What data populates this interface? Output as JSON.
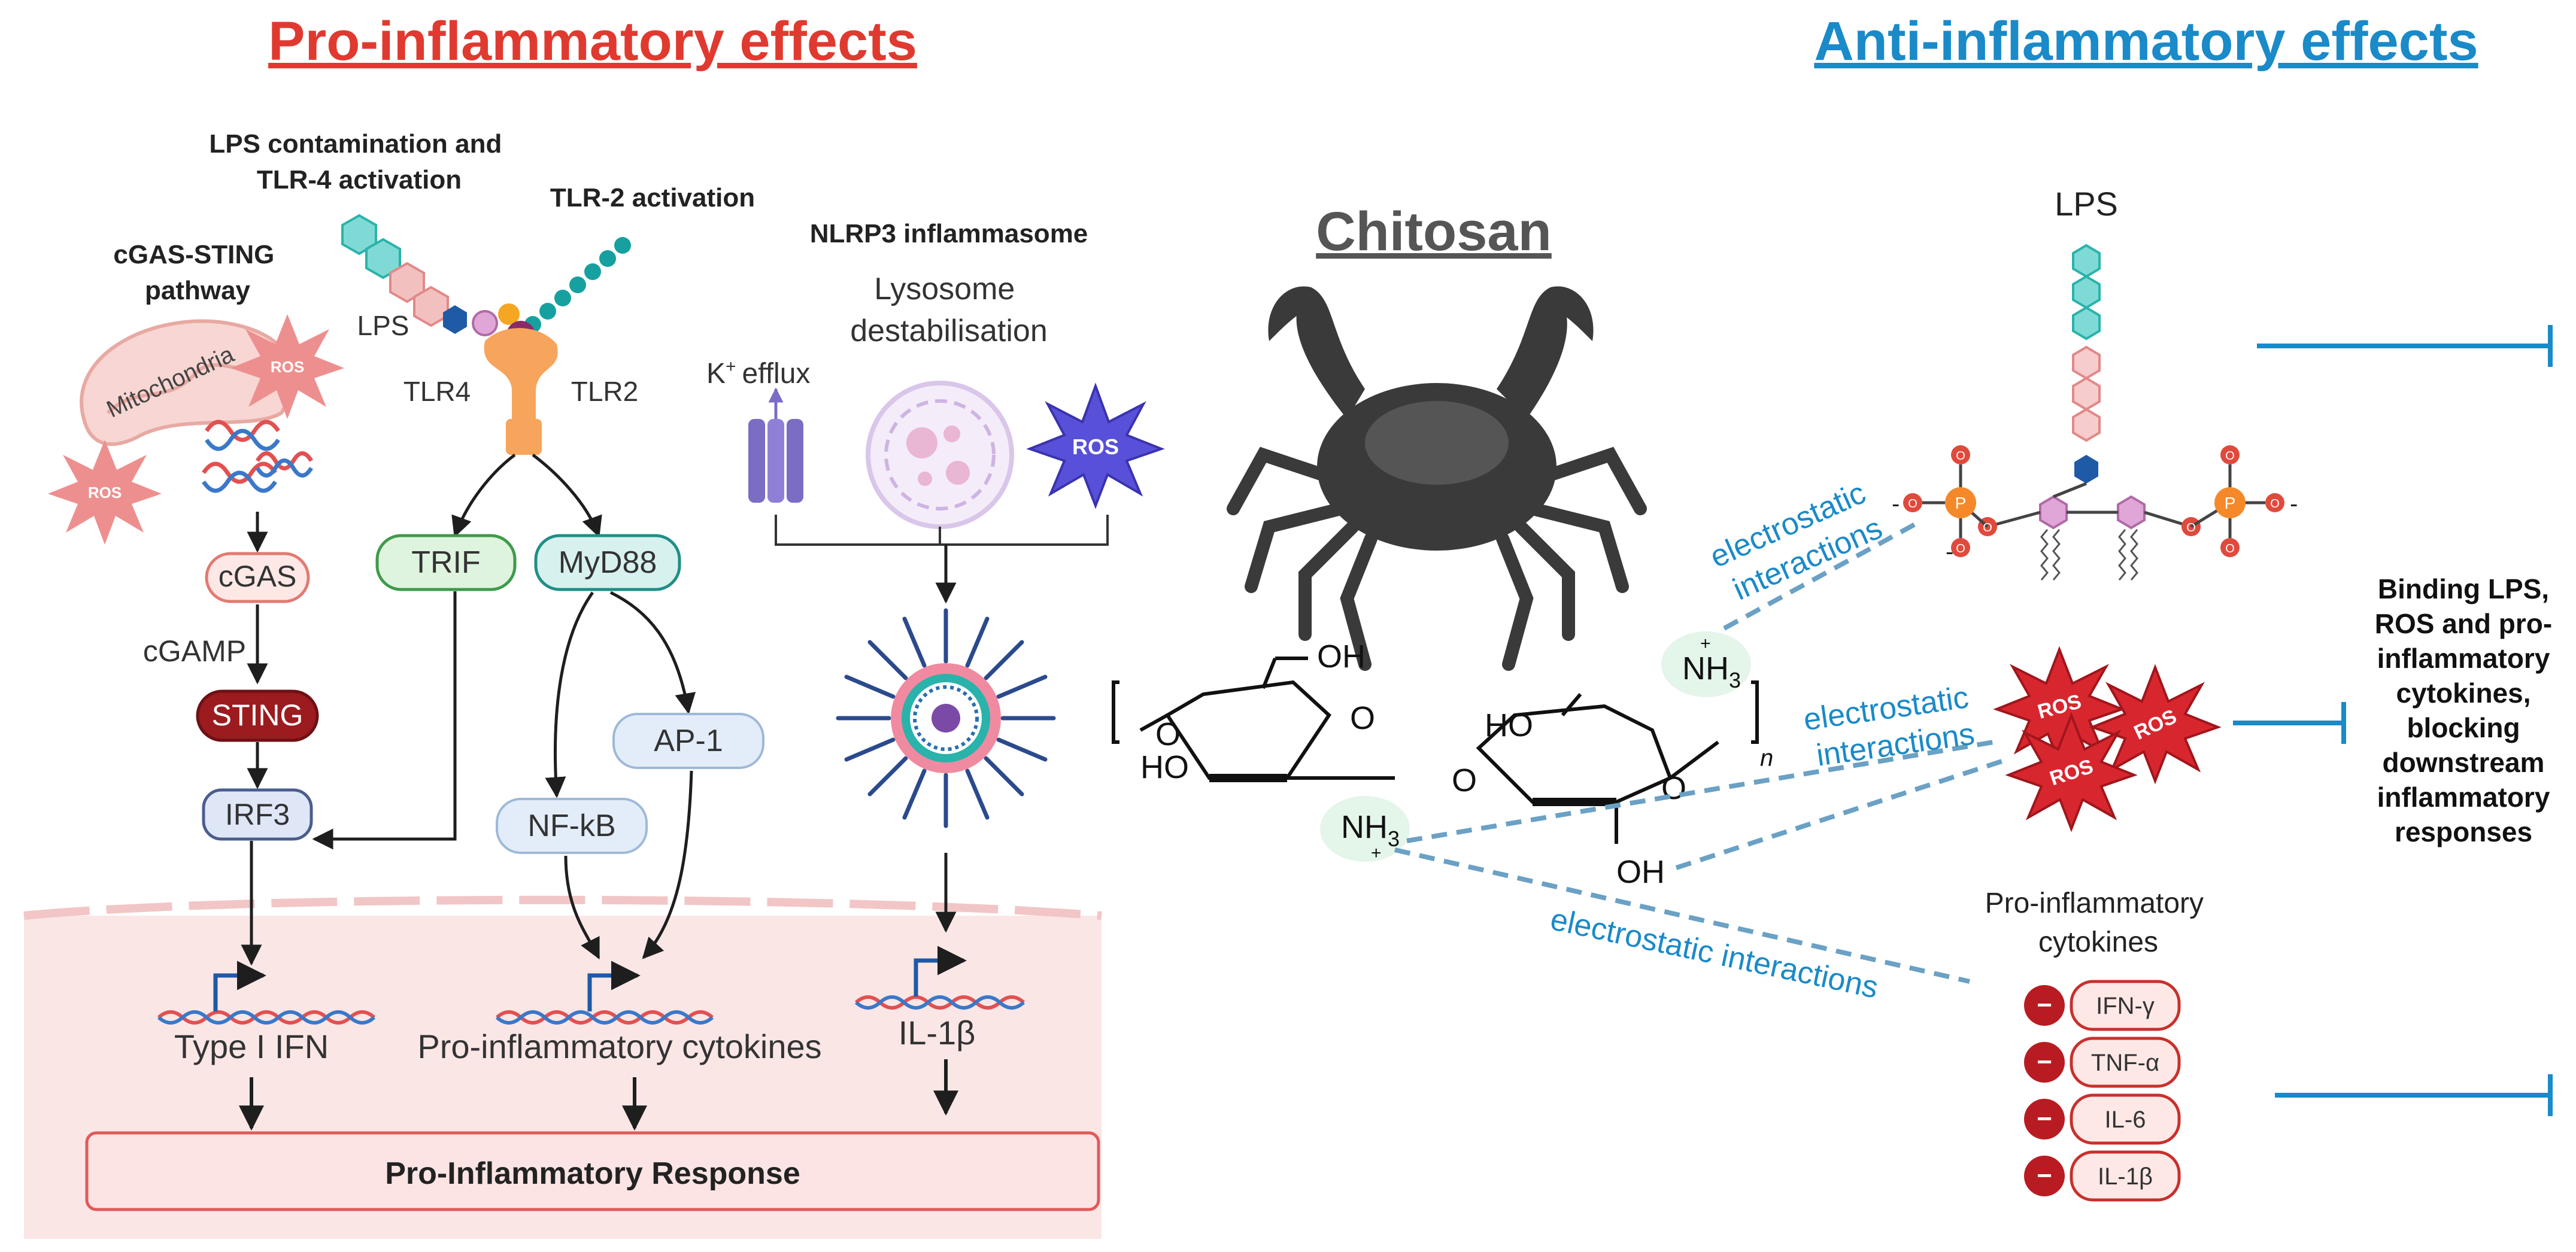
{
  "colors": {
    "pro": "#e03a30",
    "anti": "#1a8ac8",
    "cell": "#fbe6e6",
    "arrow": "#1e1e1e",
    "dash": "#6aa1c4"
  },
  "titles": {
    "pro": "Pro-inflammatory effects",
    "anti": "Anti-inflammatory effects",
    "chitosan": "Chitosan"
  },
  "pro": {
    "lps_tlr4_line1": "LPS contamination and",
    "lps_tlr4_line2": "TLR-4 activation",
    "tlr2": "TLR-2 activation",
    "cgas_sting_line1": "cGAS-STING",
    "cgas_sting_line2": "pathway",
    "mitochondria": "Mitochondria",
    "ros": "ROS",
    "lps": "LPS",
    "tlr4": "TLR4",
    "tlr2_label": "TLR2",
    "nlrp3": "NLRP3 inflammasome",
    "lysosome_line1": "Lysosome",
    "lysosome_line2": "destabilisation",
    "k_efflux": "efflux",
    "k_ion": "K",
    "k_charge": "+",
    "cgas": "cGAS",
    "cgamp": "cGAMP",
    "sting": "STING",
    "irf3": "IRF3",
    "trif": "TRIF",
    "myd88": "MyD88",
    "ap1": "AP-1",
    "nfkb": "NF-kB",
    "type1_ifn": "Type I IFN",
    "cytokines": "Pro-inflammatory cytokines",
    "il1b": "IL-1β",
    "response": "Pro-Inflammatory Response"
  },
  "chitosan_structure": {
    "oh_top": "OH",
    "ho_left": "HO",
    "ring_o": "O",
    "nh3": "NH",
    "nh3_sub": "3",
    "plus": "+",
    "oh_bottom": "OH",
    "ho_right": "HO",
    "n_sub": "n"
  },
  "anti": {
    "lps": "LPS",
    "electrostatic_1_line1": "electrostatic",
    "electrostatic_1_line2": "interactions",
    "electrostatic_2_line1": "electrostatic",
    "electrostatic_2_line2": "interactions",
    "electrostatic_3": "electrostatic interactions",
    "ros": "ROS",
    "cytokines_line1": "Pro-inflammatory",
    "cytokines_line2": "cytokines",
    "cytokine_list": [
      "IFN-γ",
      "TNF-α",
      "IL-6",
      "IL-1β"
    ],
    "minus": "−",
    "phosphate_p": "P",
    "phosphate_o": "O",
    "phosphate_minus": "-",
    "binding_lines": [
      "Binding LPS,",
      "ROS and pro-",
      "inflammatory",
      "cytokines,",
      "blocking",
      "downstream",
      "inflammatory",
      "responses"
    ]
  }
}
